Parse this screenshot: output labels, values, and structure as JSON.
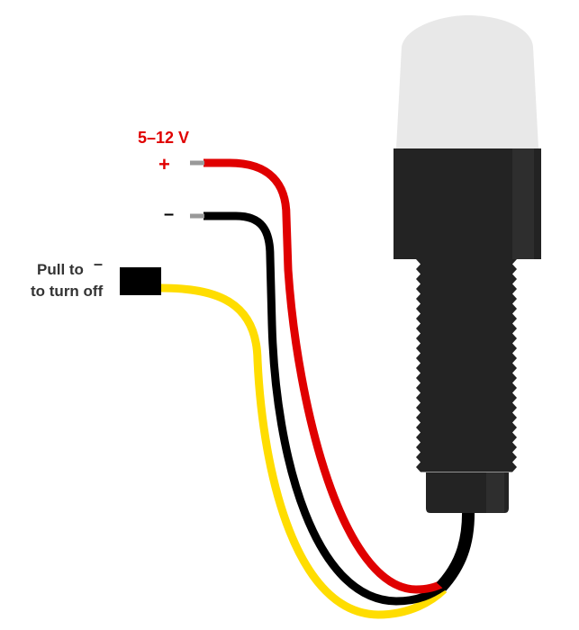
{
  "labels": {
    "voltage": "5–12 V",
    "plus": "+",
    "minus": "–",
    "pull_line1": "Pull to",
    "pull_minus": "–",
    "pull_line2": "to turn off"
  },
  "colors": {
    "red_wire": "#e00000",
    "black_wire": "#000000",
    "yellow_wire": "#ffdd00",
    "body": "#232323",
    "cap": "#e8e8e8",
    "label_red": "#e00000",
    "label_dark": "#333333"
  }
}
